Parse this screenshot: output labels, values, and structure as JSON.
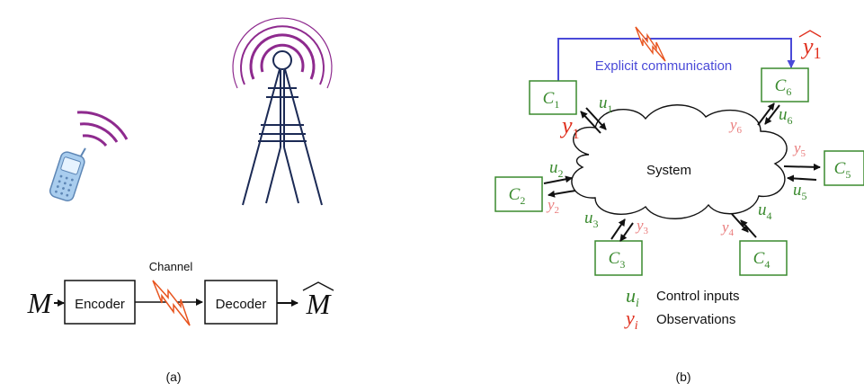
{
  "panel_a": {
    "caption": "(a)",
    "channel_label": "Channel",
    "input_symbol": "M",
    "encoder_label": "Encoder",
    "decoder_label": "Decoder",
    "output_symbol": "M",
    "icons": [
      "mobile-phone-icon",
      "radio-tower-icon",
      "lightning-channel-icon"
    ]
  },
  "panel_b": {
    "caption": "(b)",
    "explicit_label": "Explicit communication",
    "yhat": {
      "base": "y",
      "sub": "1"
    },
    "system_label": "System",
    "controllers": [
      {
        "base": "C",
        "sub": "1"
      },
      {
        "base": "C",
        "sub": "2"
      },
      {
        "base": "C",
        "sub": "3"
      },
      {
        "base": "C",
        "sub": "4"
      },
      {
        "base": "C",
        "sub": "5"
      },
      {
        "base": "C",
        "sub": "6"
      }
    ],
    "u_labels": [
      {
        "base": "u",
        "sub": "1"
      },
      {
        "base": "u",
        "sub": "2"
      },
      {
        "base": "u",
        "sub": "3"
      },
      {
        "base": "u",
        "sub": "4"
      },
      {
        "base": "u",
        "sub": "5"
      },
      {
        "base": "u",
        "sub": "6"
      }
    ],
    "y_labels": [
      {
        "base": "y",
        "sub": "1"
      },
      {
        "base": "y",
        "sub": "2"
      },
      {
        "base": "y",
        "sub": "3"
      },
      {
        "base": "y",
        "sub": "4"
      },
      {
        "base": "y",
        "sub": "5"
      },
      {
        "base": "y",
        "sub": "6"
      }
    ],
    "legend": {
      "u_symbol": {
        "base": "u",
        "sub": "i"
      },
      "u_text": "Control inputs",
      "y_symbol": {
        "base": "y",
        "sub": "i"
      },
      "y_text": "Observations"
    },
    "colors": {
      "green": "#3a8a2e",
      "red": "#e0301e",
      "pink": "#e97a7a",
      "blue": "#4a4ad8",
      "purple": "#8e2a8e"
    }
  }
}
